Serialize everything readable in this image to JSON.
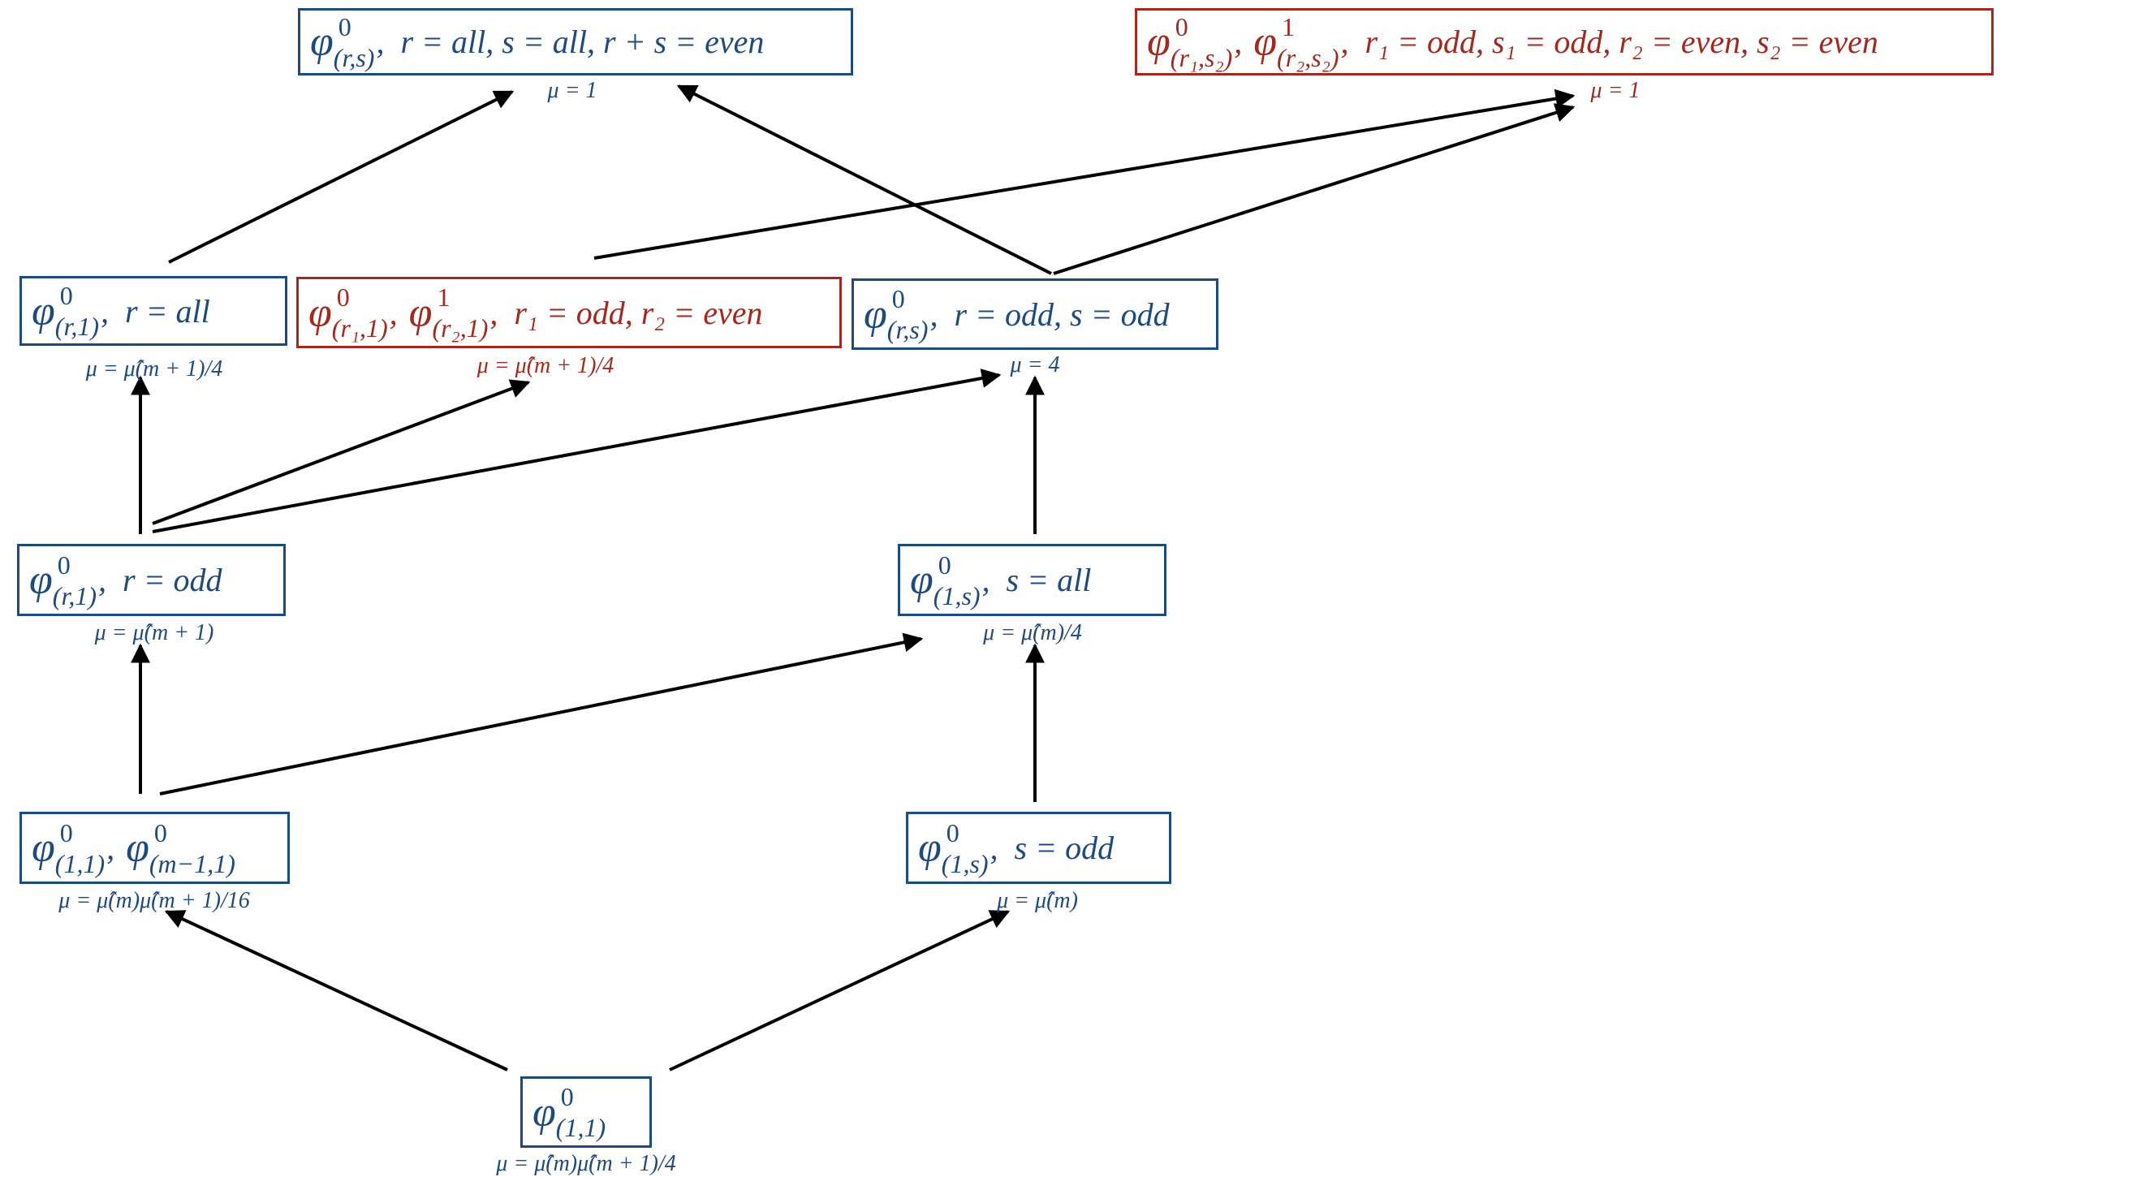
{
  "nodes": {
    "top_blue": {
      "terms": [
        {
          "symbol": "φ",
          "superscript": "0",
          "subscript": "(r,s)"
        }
      ],
      "condition": "r = all, s = all, r + s = even",
      "mu": "μ = 1",
      "color": "#1f4a7c"
    },
    "top_red": {
      "terms": [
        {
          "symbol": "φ",
          "superscript": "0",
          "subscript": "(r₁,s₂)"
        },
        {
          "symbol": "φ",
          "superscript": "1",
          "subscript": "(r₂,s₂)"
        }
      ],
      "condition": "r₁ = odd, s₁ = odd, r₂ = even, s₂ = even",
      "mu": "μ = 1",
      "color": "#a02a20"
    },
    "r1_all": {
      "terms": [
        {
          "symbol": "φ",
          "superscript": "0",
          "subscript": "(r,1)"
        }
      ],
      "condition": "r = all",
      "mu": "μ = μ̂(m + 1)/4",
      "color": "#1f4a7c"
    },
    "mid_red": {
      "terms": [
        {
          "symbol": "φ",
          "superscript": "0",
          "subscript": "(r₁,1)"
        },
        {
          "symbol": "φ",
          "superscript": "1",
          "subscript": "(r₂,1)"
        }
      ],
      "condition": "r₁ = odd, r₂ = even",
      "mu": "μ = μ̂(m + 1)/4",
      "color": "#a02a20"
    },
    "rs_odd": {
      "terms": [
        {
          "symbol": "φ",
          "superscript": "0",
          "subscript": "(r,s)"
        }
      ],
      "condition": "r = odd, s = odd",
      "mu": "μ = 4",
      "color": "#1f4a7c"
    },
    "r1_odd": {
      "terms": [
        {
          "symbol": "φ",
          "superscript": "0",
          "subscript": "(r,1)"
        }
      ],
      "condition": "r = odd",
      "mu": "μ = μ̂(m + 1)",
      "color": "#1f4a7c"
    },
    "s1_all": {
      "terms": [
        {
          "symbol": "φ",
          "superscript": "0",
          "subscript": "(1,s)"
        }
      ],
      "condition": "s = all",
      "mu": "μ = μ̂(m)/4",
      "color": "#1f4a7c"
    },
    "pair_11": {
      "terms": [
        {
          "symbol": "φ",
          "superscript": "0",
          "subscript": "(1,1)"
        },
        {
          "symbol": "φ",
          "superscript": "0",
          "subscript": "(m−1,1)"
        }
      ],
      "condition": "",
      "mu": "μ = μ̂(m)μ̂(m + 1)/16",
      "color": "#1f4a7c"
    },
    "s1_odd": {
      "terms": [
        {
          "symbol": "φ",
          "superscript": "0",
          "subscript": "(1,s)"
        }
      ],
      "condition": "s = odd",
      "mu": "μ = μ̂(m)",
      "color": "#1f4a7c"
    },
    "base": {
      "terms": [
        {
          "symbol": "φ",
          "superscript": "0",
          "subscript": "(1,1)"
        }
      ],
      "condition": "",
      "mu": "μ = μ̂(m)μ̂(m + 1)/4",
      "color": "#1f4a7c"
    }
  },
  "edges": [
    {
      "from": "base",
      "to": "pair_11"
    },
    {
      "from": "base",
      "to": "s1_odd"
    },
    {
      "from": "pair_11",
      "to": "r1_odd"
    },
    {
      "from": "pair_11",
      "to": "s1_all"
    },
    {
      "from": "s1_odd",
      "to": "s1_all"
    },
    {
      "from": "r1_odd",
      "to": "r1_all"
    },
    {
      "from": "r1_odd",
      "to": "mid_red"
    },
    {
      "from": "r1_odd",
      "to": "rs_odd"
    },
    {
      "from": "s1_all",
      "to": "rs_odd"
    },
    {
      "from": "r1_all",
      "to": "top_blue"
    },
    {
      "from": "rs_odd",
      "to": "top_blue"
    },
    {
      "from": "rs_odd",
      "to": "top_red"
    },
    {
      "from": "mid_red",
      "to": "top_red"
    }
  ]
}
